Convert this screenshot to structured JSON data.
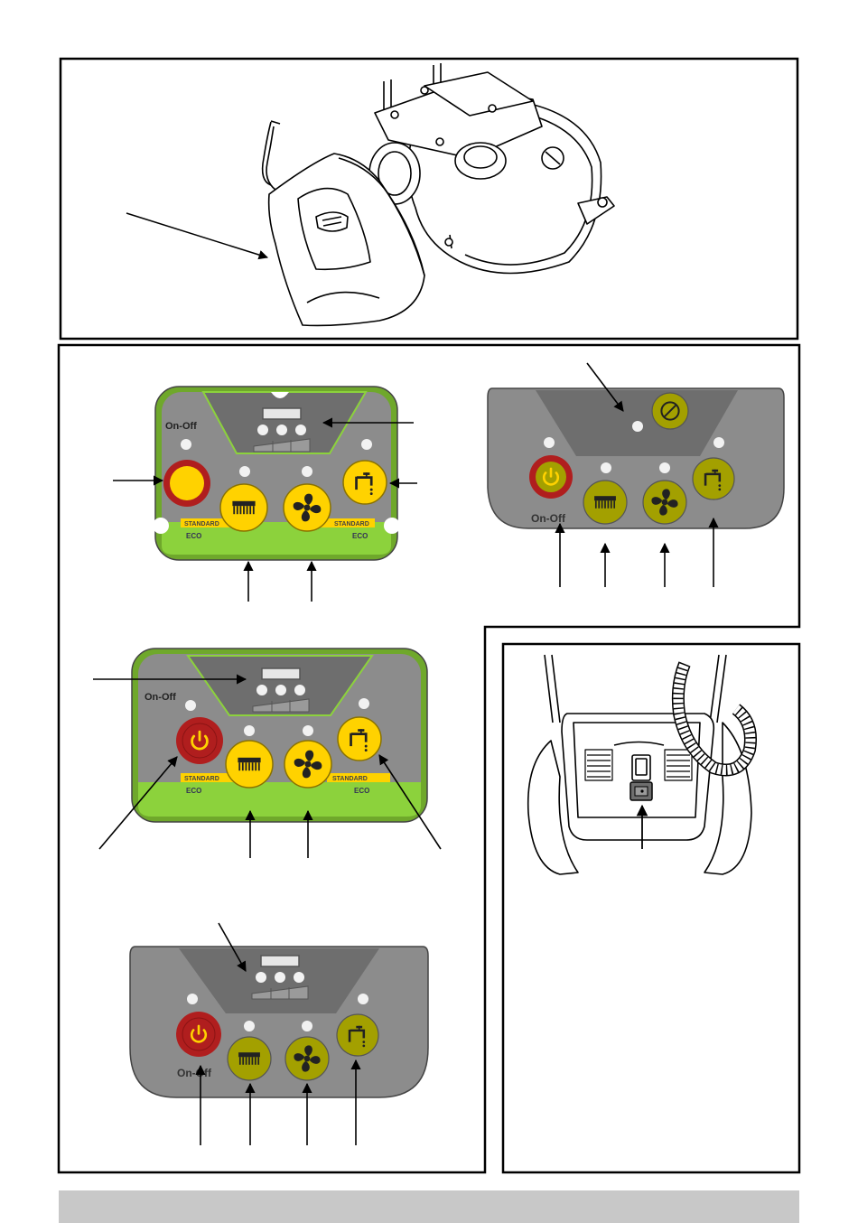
{
  "labels": {
    "on_off": "On-Off",
    "standard": "STANDARD",
    "eco": "ECO"
  },
  "colors": {
    "frame": "#000000",
    "panel_grey": "#8c8c8c",
    "panel_dark": "#6e6e6e",
    "panel_green": "#8cd23c",
    "button_yellow": "#ffd200",
    "button_olive": "#a3a000",
    "button_red": "#b01e1e",
    "led": "#f2f2f2",
    "footer_band": "#c8c8c8"
  },
  "icons": [
    "power-icon",
    "brush-icon",
    "fan-icon",
    "water-tap-icon",
    "gauge-icon",
    "switch-icon"
  ]
}
